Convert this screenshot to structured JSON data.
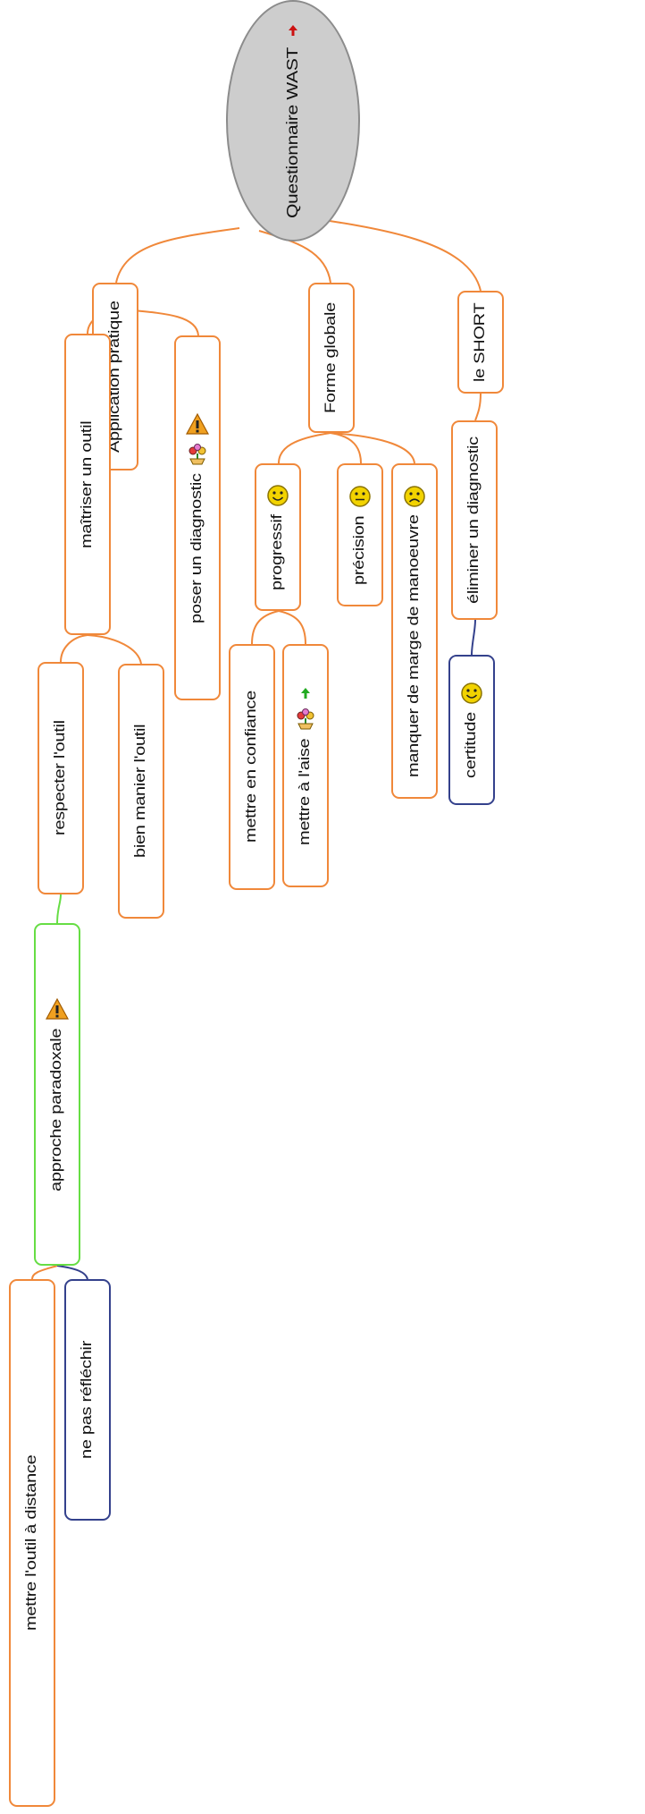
{
  "colors": {
    "orange": "#f0883a",
    "green": "#66dd44",
    "blue": "#34418c",
    "root_fill": "#cdcdcd",
    "arrow_red": "#cc1111",
    "arrow_green": "#22aa22",
    "smiley": "#f2d300"
  },
  "root": {
    "label": "Questionnaire WAST",
    "icon": "red-up-arrow-icon"
  },
  "nodes": {
    "application_pratique": {
      "label": "Application pratique"
    },
    "maitriser_un_outil": {
      "label": "maîtriser un outil"
    },
    "respecter_l_outil": {
      "label": "respecter l'outil"
    },
    "approche_paradoxale": {
      "label": "approche paradoxale",
      "icon": "warning-icon"
    },
    "mettre_l_outil_a_distance": {
      "label": "mettre l'outil à distance"
    },
    "ne_pas_reflechir": {
      "label": "ne pas réfléchir"
    },
    "bien_manier_l_outil": {
      "label": "bien manier l'outil"
    },
    "poser_un_diagnostic": {
      "label": "poser un diagnostic",
      "icons": [
        "flowers-icon",
        "warning-icon"
      ]
    },
    "forme_globale": {
      "label": "Forme globale"
    },
    "progressif": {
      "label": "progressif",
      "icon": "smiley-happy-icon"
    },
    "mettre_en_confiance": {
      "label": "mettre en confiance"
    },
    "mettre_a_l_aise": {
      "label": "mettre à l'aise",
      "icons": [
        "flowers-icon",
        "green-up-arrow-icon"
      ]
    },
    "precision": {
      "label": "précision",
      "icon": "smiley-neutral-icon"
    },
    "manquer_de_marge": {
      "label": "manquer de marge de manoeuvre",
      "icon": "smiley-sad-icon"
    },
    "le_short": {
      "label": "le SHORT"
    },
    "eliminer_un_diagnostic": {
      "label": "éliminer un diagnostic"
    },
    "certitude": {
      "label": "certitude",
      "icon": "smiley-happy-icon"
    }
  }
}
